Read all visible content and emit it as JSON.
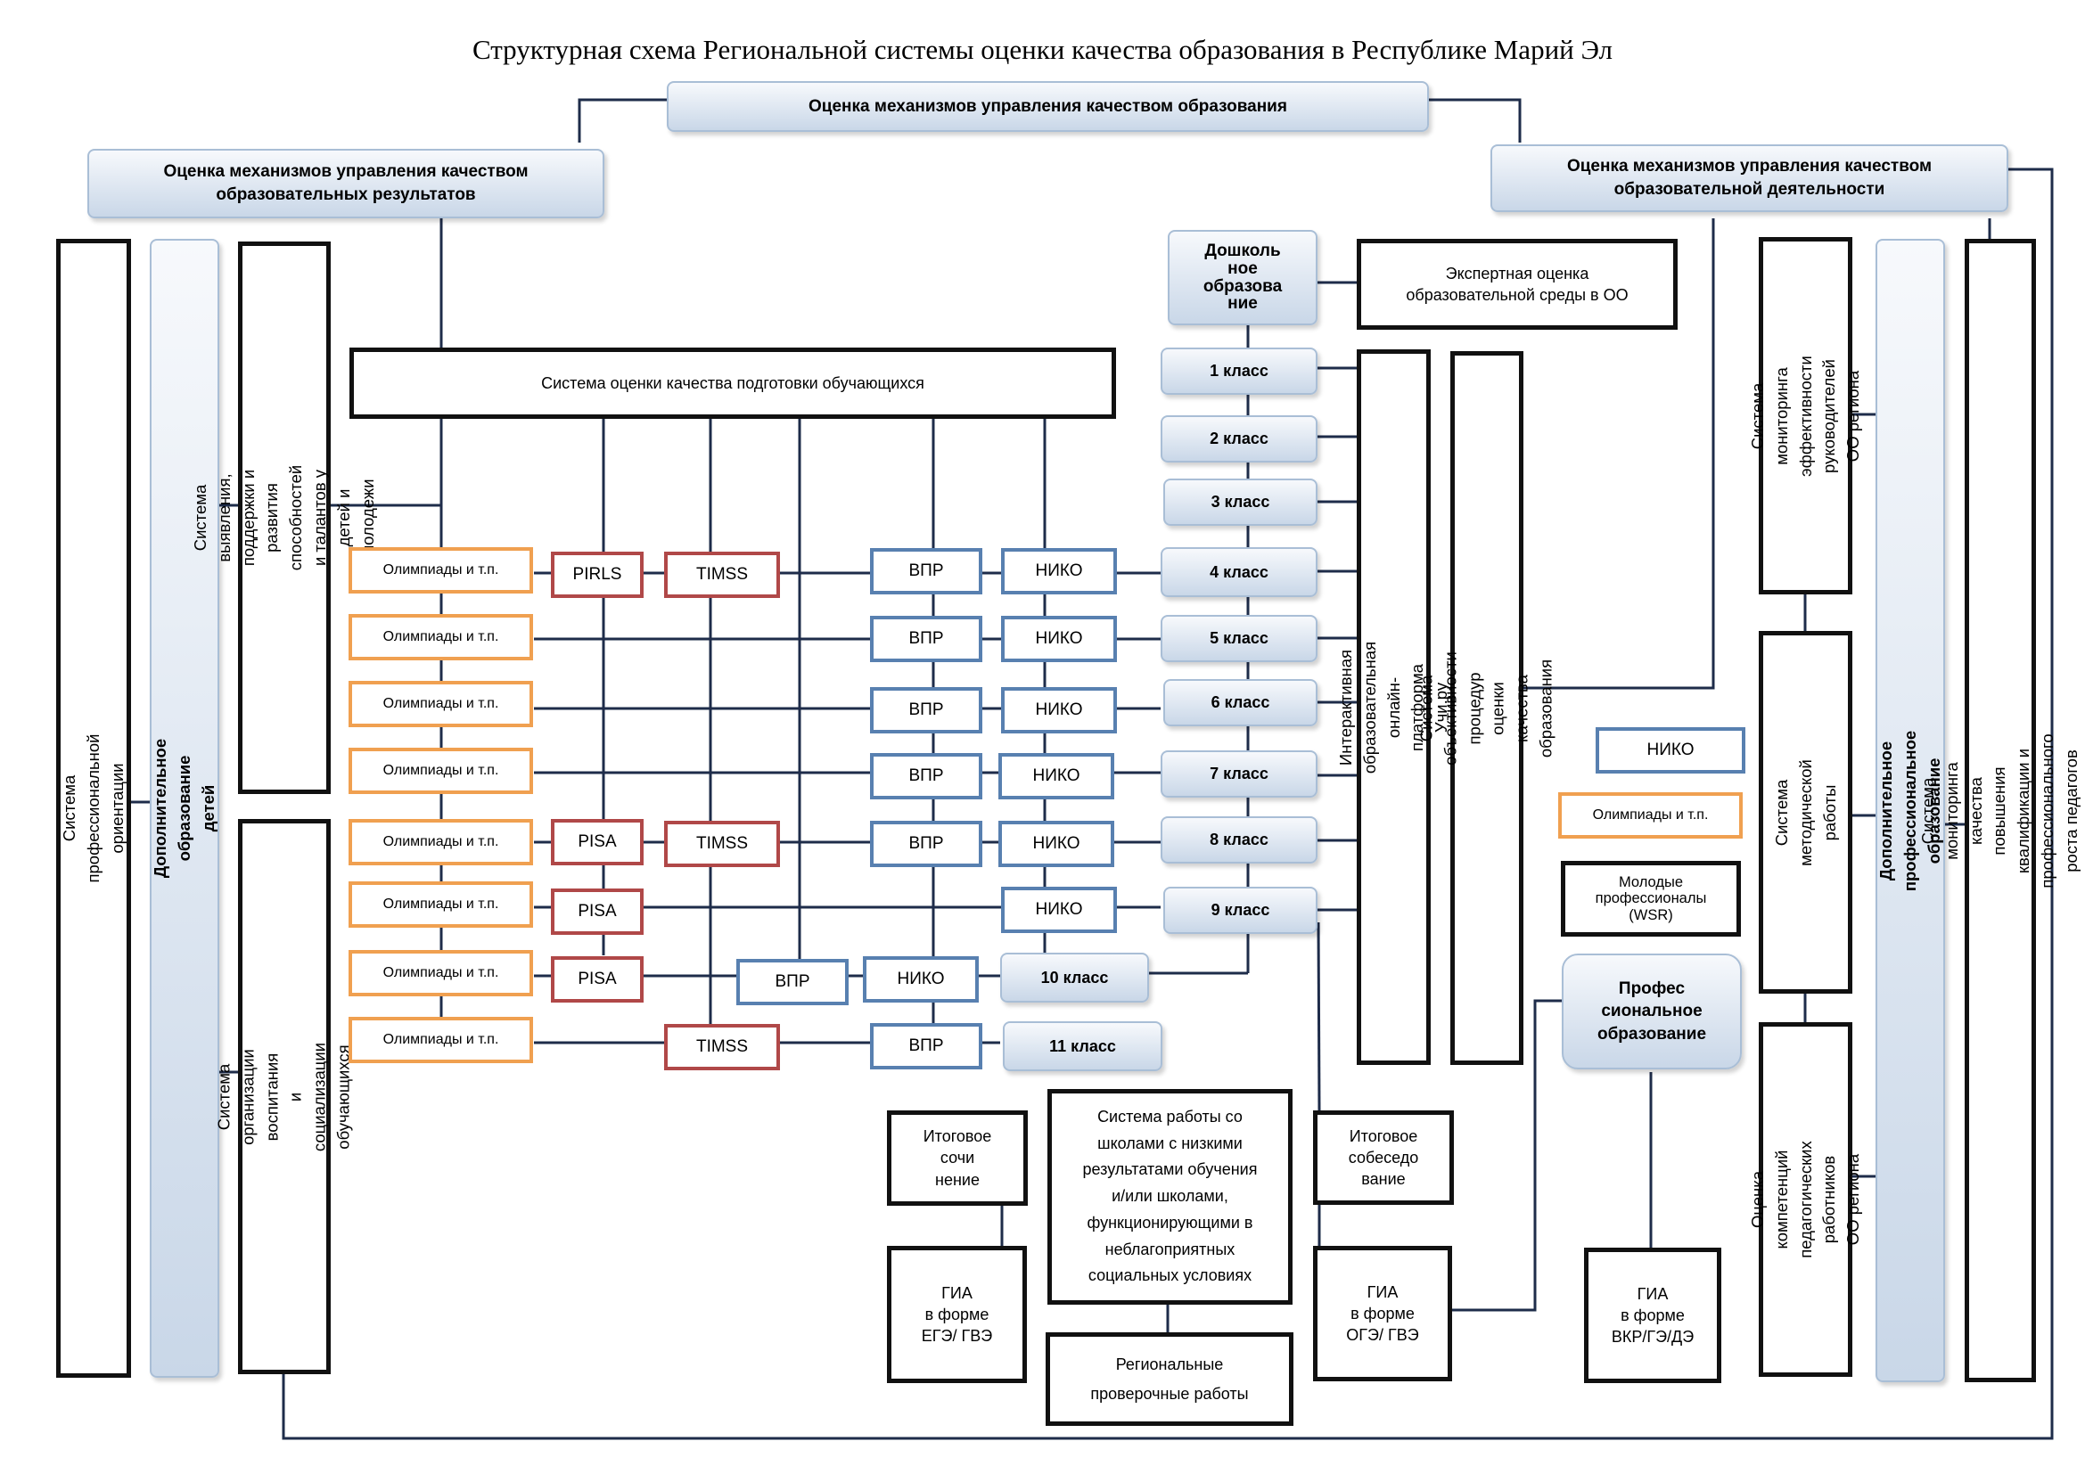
{
  "title": "Структурная схема Региональной системы оценки качества образования в Республике Марий Эл",
  "top_box": "Оценка механизмов управления качеством образования",
  "left_header": "Оценка механизмов управления качеством\nобразовательных результатов",
  "right_header": "Оценка механизмов управления качеством\nобразовательной деятельности",
  "left_columns": {
    "prof_orientation": "Система профессиональной ориентации",
    "additional_education": "Дополнительное образование детей",
    "talents": "Система выявления, поддержки и развития способностей\nи талантов у детей и молодежи",
    "upbringing": "Система организации воспитания\nи социализации обучающихся"
  },
  "system_box": "Система оценки качества подготовки обучающихся",
  "olympiad_label": "Олимпиады  и т.п.",
  "pirls": "PIRLS",
  "timss": "TIMSS",
  "pisa": "PISA",
  "vpr": "ВПР",
  "niko": "НИКО",
  "grades": {
    "preschool": "Дошколь\nное\nобразова\nние",
    "g1": "1 класс",
    "g2": "2    класс",
    "g3": "3  класс",
    "g4": "4 класс",
    "g5": "5  класс",
    "g6": "6   класс",
    "g7": "7  класс",
    "g8": "8    класс",
    "g9": "9 класс",
    "g10": "10 класс",
    "g11": "11 класс"
  },
  "expert": "Экспертная оценка\nобразовательной среды в ОО",
  "uchi": "Интерактивная образовательная онлайн-платформа Учи.ру",
  "objectivity": "Система объективности процедур оценки качества образования",
  "bottom": {
    "essay": "Итоговое\nсочи\nнение",
    "interview": "Итоговое\nсобеседо\nвание",
    "low_results": "Система работы со\nшколами с низкими\nрезультатами обучения\nи/или школами,\nфункционирующими в\nнеблагоприятных\nсоциальных условиях",
    "regional_tests": "Региональные\nпроверочные работы",
    "gia_ege": "ГИА\nв форме\nЕГЭ/ ГВЭ",
    "gia_oge": "ГИА\nв форме\nОГЭ/ ГВЭ",
    "gia_vkr": "ГИА\nв форме\nВКР/ГЭ/ДЭ"
  },
  "professional": {
    "niko": "НИКО",
    "olympiad": "Олимпиады  и т.п.",
    "wsr": "Молодые\nпрофессионалы\n(WSR)",
    "prof_edu": "Профес\nсиональное\nобразование"
  },
  "right_columns": {
    "leaders": "Система мониторинга эффективности\nруководителей  ОО региона",
    "methodical": "Система методической работы",
    "competence": "Оценка компетенций педагогических\nработников ОО региона",
    "additional_prof": "Дополнительное профессиональное образование",
    "qualification": "Система мониторинга качества повышения квалификации и профессионального роста педагогов"
  }
}
